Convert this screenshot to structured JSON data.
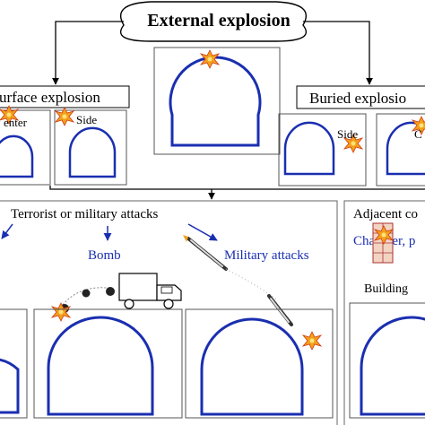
{
  "header": {
    "title": "External explosion"
  },
  "surface": {
    "label": "urface explosion",
    "center_label": "enter",
    "side_label": "Side"
  },
  "buried": {
    "label": "Buried explosio",
    "side_label": "Side",
    "partial_label": "C"
  },
  "attacks": {
    "title": "Terrorist or military attacks",
    "bomb_label": "Bomb",
    "military_label": "Military attacks"
  },
  "adjacent": {
    "title": "Adjacent co",
    "chamber_label": "Chamber, p",
    "building_label": "Building"
  },
  "colors": {
    "tunnel": "#1a2fb0",
    "label_blue": "#1a2fb0",
    "explosion": "#f2a01c"
  }
}
